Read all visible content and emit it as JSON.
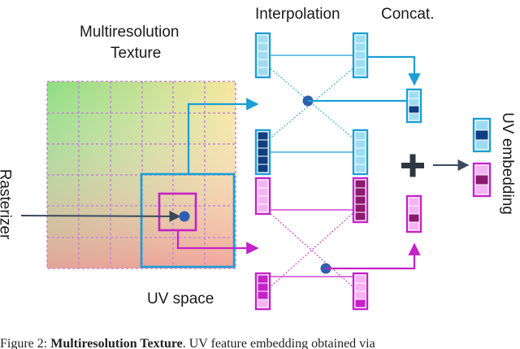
{
  "labels": {
    "multires_line1": "Multiresolution",
    "multires_line2": "Texture",
    "interpolation": "Interpolation",
    "concat": "Concat.",
    "rasterizer": "Rasterizer",
    "uv_space": "UV space",
    "uv_embedding": "UV embedding"
  },
  "caption": {
    "prefix": "Figure 2:",
    "bold": "Multiresolution Texture",
    "rest": "UV feature embedding obtained via"
  },
  "colors": {
    "blue": "#1a9fd6",
    "blue_light": "#9fdcf2",
    "blue_dark": "#0f3f82",
    "magenta": "#c522c8",
    "magenta_light": "#f4b3f4",
    "magenta_dark": "#8a1a6e",
    "point": "#2e5fb0",
    "rasterizer_arrow": "#3a4a5c",
    "plus": "#2f3742",
    "grid_line": "#c58ad8"
  }
}
